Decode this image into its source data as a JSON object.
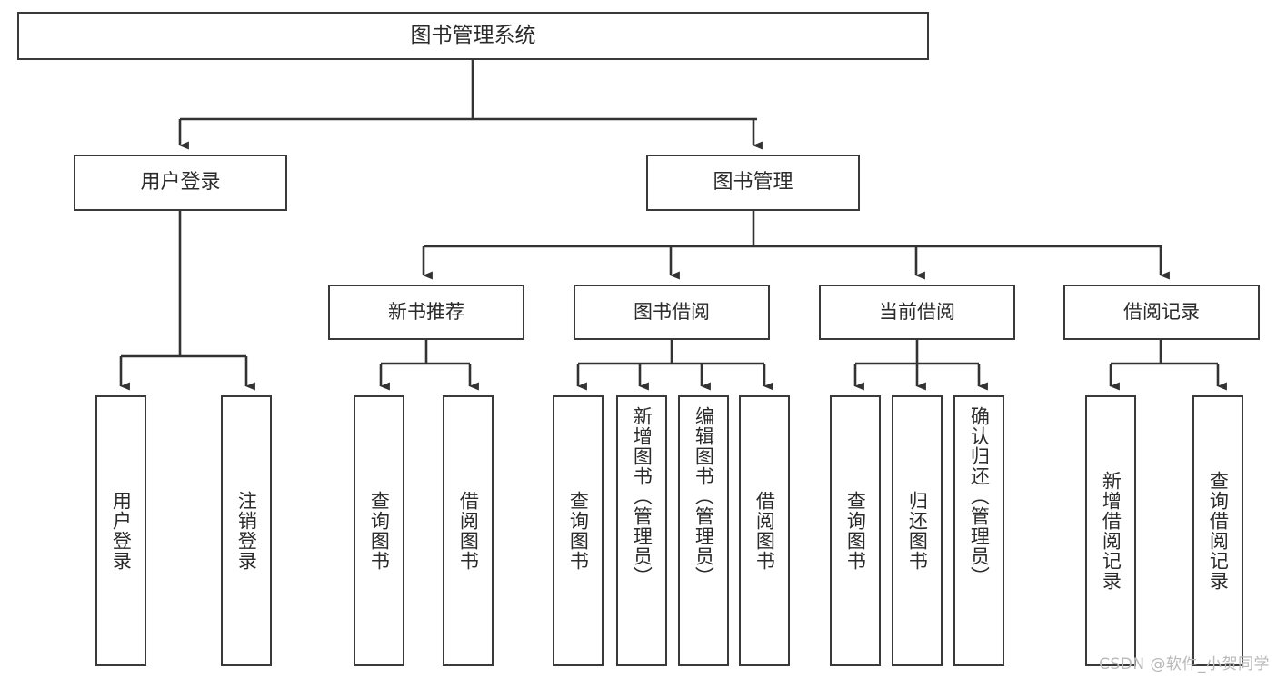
{
  "diagram": {
    "type": "tree-hierarchy",
    "title": "图书管理系统",
    "root": {
      "id": "root",
      "label": "图书管理系统"
    },
    "level2": [
      {
        "id": "user-login",
        "label": "用户登录"
      },
      {
        "id": "book-manage",
        "label": "图书管理"
      }
    ],
    "level3": [
      {
        "id": "new-book-recommend",
        "label": "新书推荐",
        "parent": "book-manage"
      },
      {
        "id": "book-borrow",
        "label": "图书借阅",
        "parent": "book-manage"
      },
      {
        "id": "current-borrow",
        "label": "当前借阅",
        "parent": "book-manage"
      },
      {
        "id": "borrow-record",
        "label": "借阅记录",
        "parent": "book-manage"
      }
    ],
    "leaves": {
      "user_login": [
        {
          "id": "leaf-user-login",
          "label": "用户登录"
        },
        {
          "id": "leaf-logout-login",
          "label": "注销登录"
        }
      ],
      "new_book_recommend": [
        {
          "id": "leaf-query-book-1",
          "label": "查询图书"
        },
        {
          "id": "leaf-borrow-book-1",
          "label": "借阅图书"
        }
      ],
      "book_borrow": [
        {
          "id": "leaf-query-book-2",
          "label": "查询图书"
        },
        {
          "id": "leaf-add-book",
          "label": "新增图书（管理员）"
        },
        {
          "id": "leaf-edit-book",
          "label": "编辑图书（管理员）"
        },
        {
          "id": "leaf-borrow-book-2",
          "label": "借阅图书"
        }
      ],
      "current_borrow": [
        {
          "id": "leaf-query-book-3",
          "label": "查询图书"
        },
        {
          "id": "leaf-return-book",
          "label": "归还图书"
        },
        {
          "id": "leaf-confirm-return",
          "label": "确认归还（管理员）"
        }
      ],
      "borrow_record": [
        {
          "id": "leaf-add-borrow-record",
          "label": "新增借阅记录"
        },
        {
          "id": "leaf-query-borrow-record",
          "label": "查询借阅记录"
        }
      ]
    }
  },
  "watermark": {
    "text": "CSDN @软件_小贺同学"
  },
  "colors": {
    "border": "#3a3a3a",
    "text": "#2b2b2b",
    "background": "#ffffff",
    "connector": "#333333",
    "watermark": "#b9b9b9"
  }
}
